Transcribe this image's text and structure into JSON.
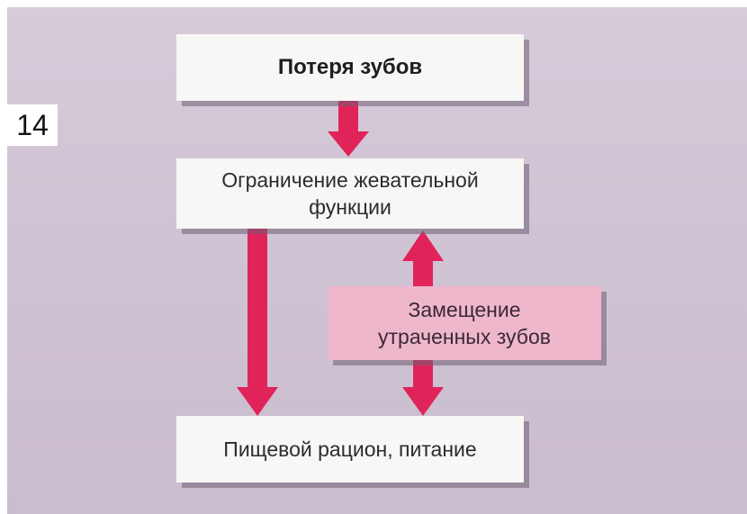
{
  "figure": {
    "number": "14"
  },
  "nodes": {
    "tooth_loss": "Потеря зубов",
    "chewing_limit_line1": "Ограничение жевательной",
    "chewing_limit_line2": "функции",
    "replacement_line1": "Замещение",
    "replacement_line2": "утраченных зубов",
    "diet": "Пищевой рацион, питание"
  },
  "colors": {
    "background": "#d2c6d6",
    "box": "#f7f7f6",
    "highlight_box": "#efb7cc",
    "arrow": "#e0245a"
  }
}
